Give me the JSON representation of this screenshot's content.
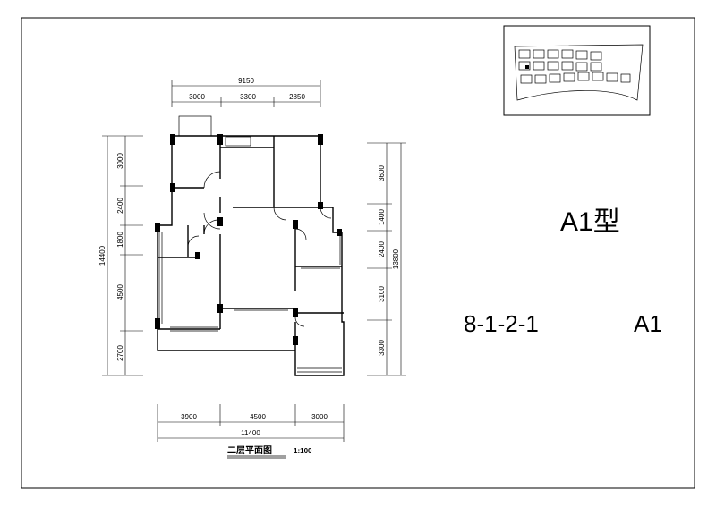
{
  "plan": {
    "type_label": "A1型",
    "unit_code": "8-1-2-1",
    "unit_type": "A1",
    "caption": "二层平面图",
    "scale": "1:100"
  },
  "dims_top": {
    "overall": "9150",
    "segments": [
      "3000",
      "3300",
      "2850"
    ]
  },
  "dims_bottom": {
    "overall": "11400",
    "segments": [
      "3900",
      "4500",
      "3000"
    ]
  },
  "dims_left": {
    "overall": "14400",
    "segments": [
      "3000",
      "2400",
      "1800",
      "4500",
      "2700"
    ]
  },
  "dims_right": {
    "overall": "13800",
    "segments": [
      "3600",
      "1400",
      "2400",
      "3100",
      "3300"
    ]
  }
}
